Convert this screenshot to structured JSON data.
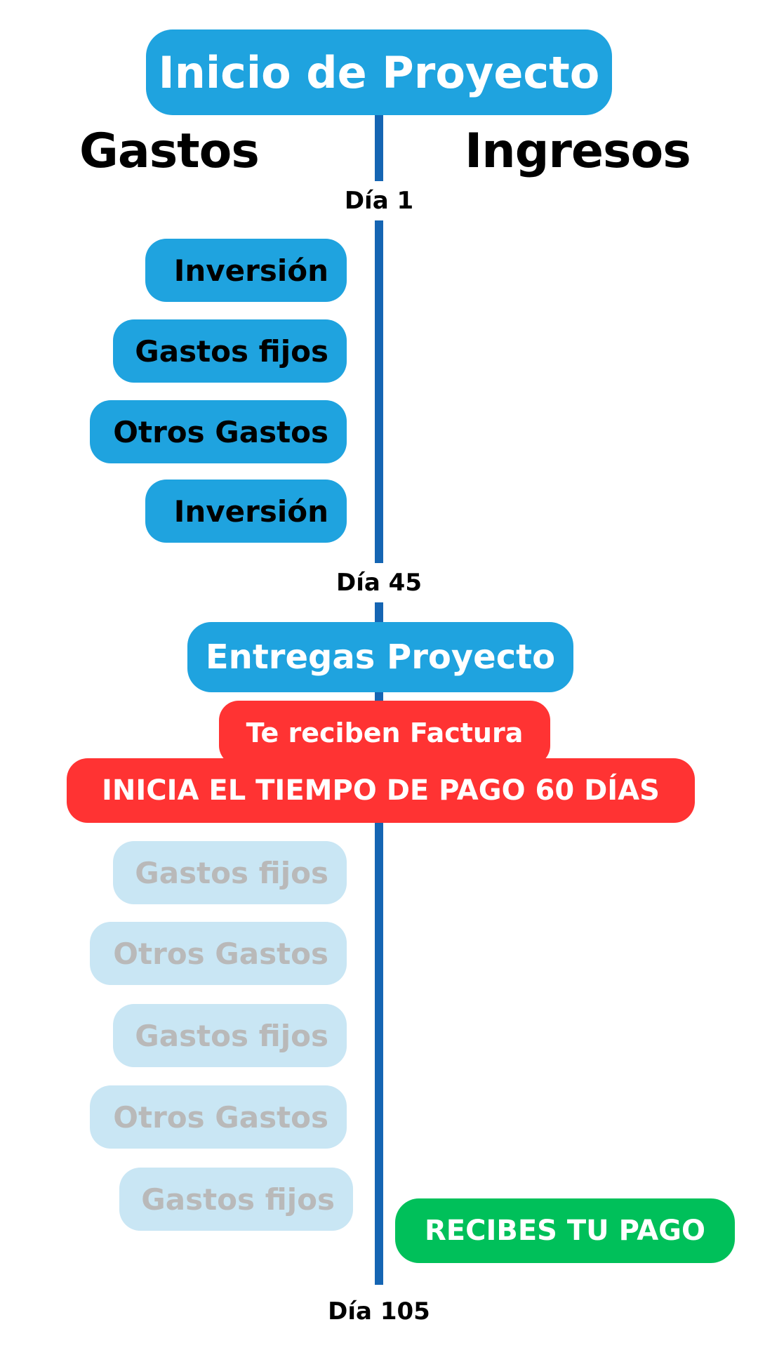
{
  "header": {
    "title": "Inicio de Proyecto"
  },
  "columns": {
    "left": "Gastos",
    "right": "Ingresos"
  },
  "days": {
    "start": "Día 1",
    "middle": "Día 45",
    "end": "Día 105"
  },
  "phase1_expenses": [
    "Inversión",
    "Gastos fijos",
    "Otros Gastos",
    "Inversión"
  ],
  "milestones": {
    "delivery": "Entregas Proyecto",
    "invoice": "Te reciben Factura",
    "payment_term": "INICIA EL TIEMPO DE PAGO 60 DÍAS",
    "payment": "RECIBES TU PAGO"
  },
  "phase2_expenses": [
    "Gastos fijos",
    "Otros Gastos",
    "Gastos fijos",
    "Otros Gastos",
    "Gastos fijos"
  ],
  "colors": {
    "primary_blue": "#1fa3df",
    "light_blue": "#c9e6f4",
    "axis_blue": "#1565b3",
    "alert_red": "#ff3333",
    "success_green": "#00c05a"
  }
}
